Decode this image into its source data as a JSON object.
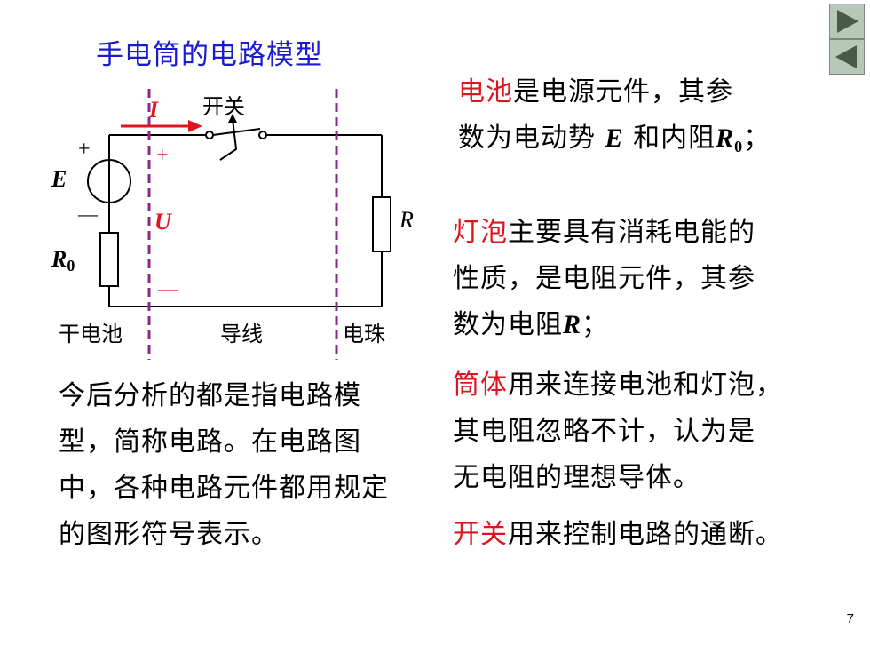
{
  "title": "手电筒的电路模型",
  "nav": {
    "next_icon": "play-right-icon",
    "prev_icon": "play-left-icon"
  },
  "circuit": {
    "current_label": "I",
    "switch_label": "开关",
    "emf_label": "E",
    "internal_resistance_label": "R",
    "internal_resistance_sub": "0",
    "voltage_label": "U",
    "load_label": "R",
    "plus": "+",
    "minus": "—",
    "section_battery": "干电池",
    "section_wire": "导线",
    "section_bulb": "电珠",
    "colors": {
      "red": "#e0141e",
      "dash": "#8a2a8a",
      "wire": "#000000"
    }
  },
  "left_text": "今后分析的都是指电路模型，简称电路。在电路图中，各种电路元件都用规定的图形符号表示。",
  "right": {
    "battery": {
      "key": "电池",
      "text1": "是电源元件，其参",
      "text2": "数为电动势 ",
      "E": "E",
      "and": " 和内阻",
      "R": "R",
      "sub": "0",
      "end": "；"
    },
    "bulb": {
      "key": "灯泡",
      "text1": "主要具有消耗电能的",
      "text2": "性质，是电阻元件，其参",
      "text3": "数为电阻",
      "R": "R",
      "end": "；"
    },
    "tube": {
      "key": "筒体",
      "text1": "用来连接电池和灯泡，",
      "text2": "其电阻忽略不计，认为是",
      "text3": "无电阻的理想导体。"
    },
    "switch": {
      "key": "开关",
      "text1": "用来控制电路的通断。"
    }
  },
  "page_number": "7"
}
